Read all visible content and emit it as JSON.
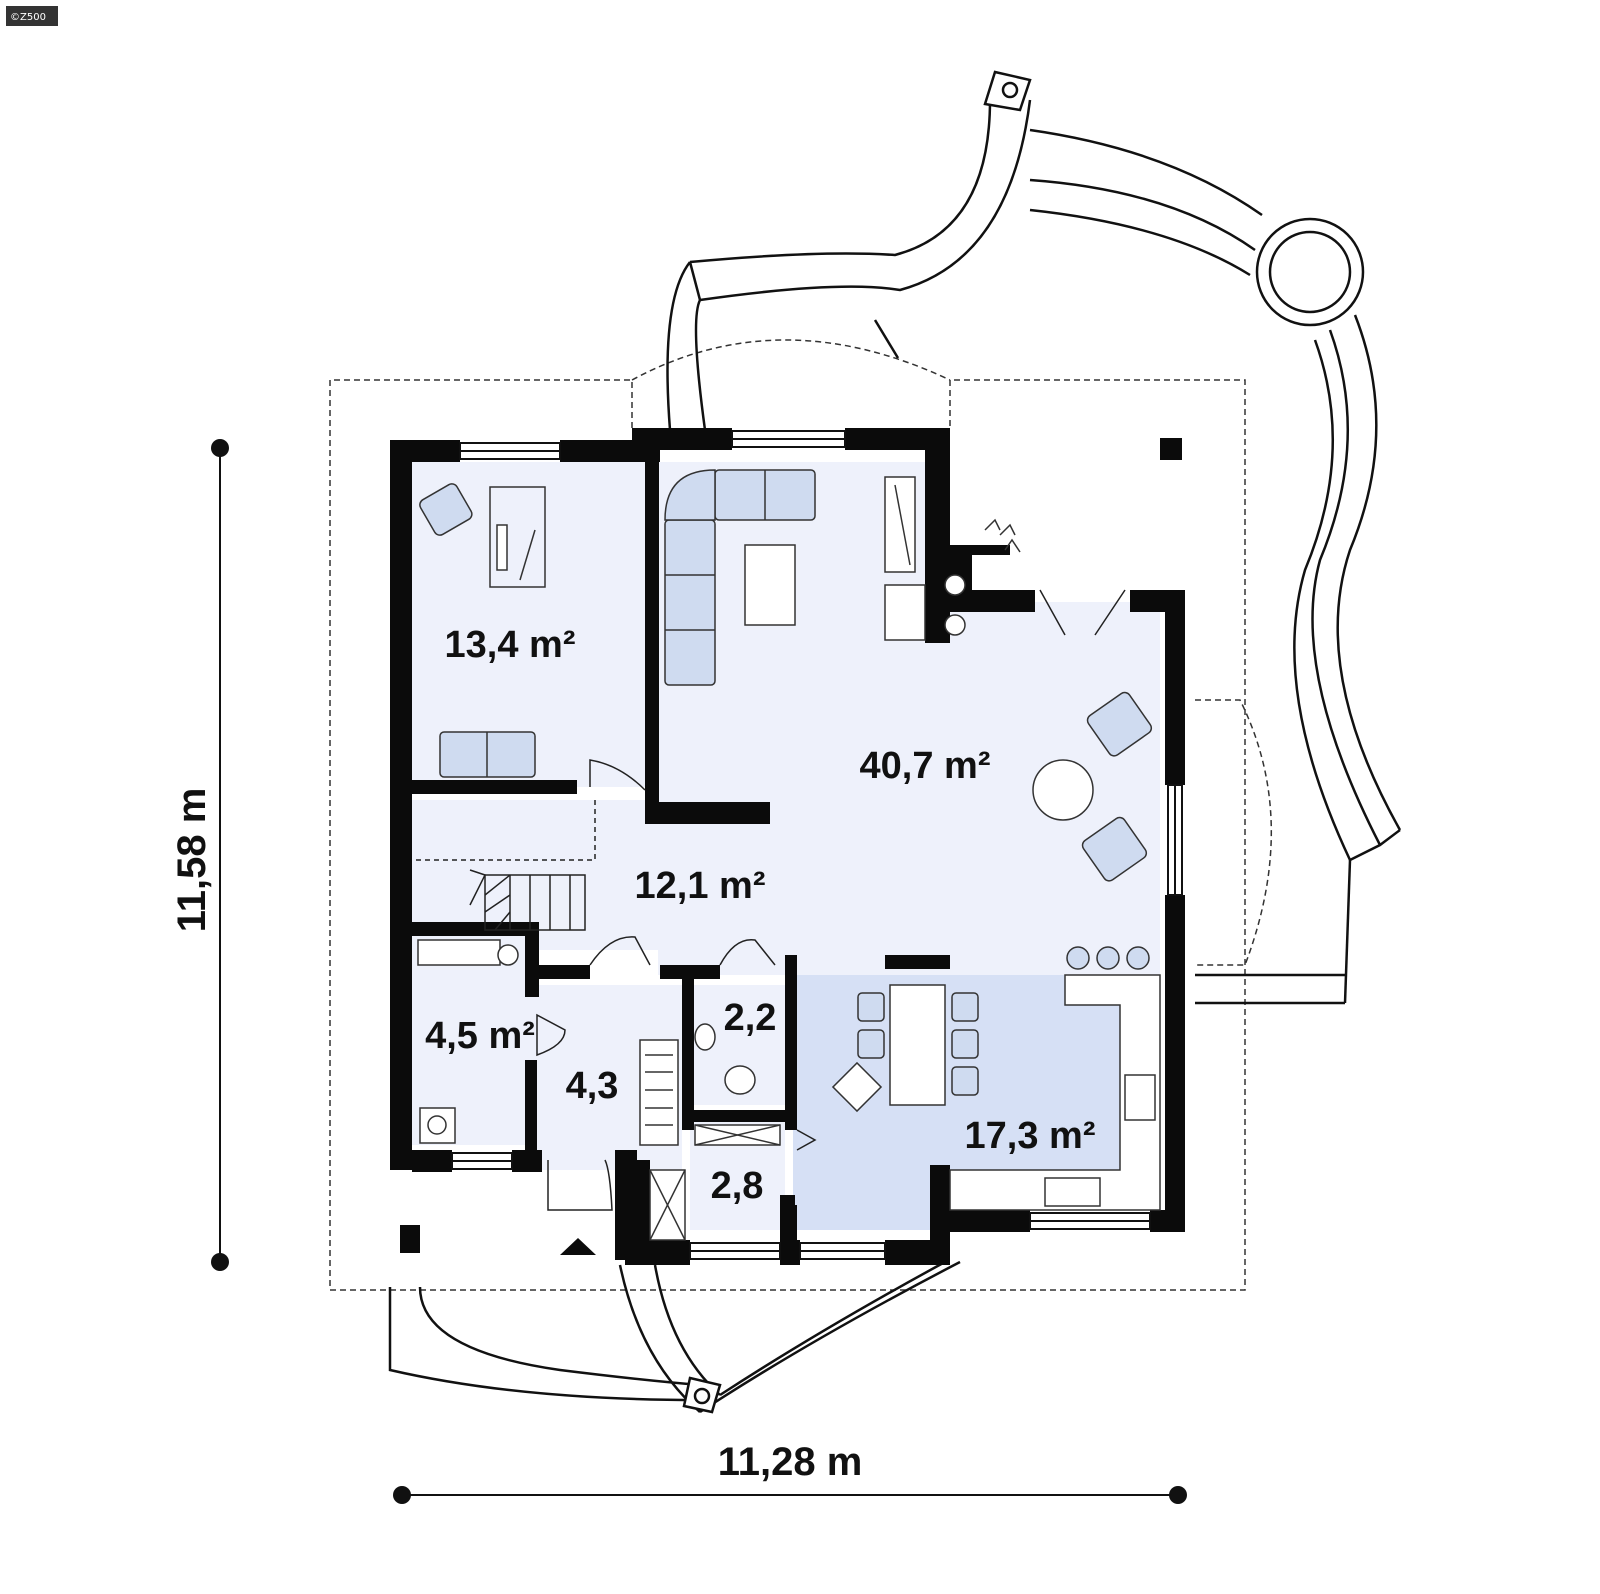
{
  "watermark": "©Z500",
  "colors": {
    "wall": "#0b0b0b",
    "room_fill": "#eef1fb",
    "kitchen_fill": "#d6e0f5",
    "furniture": "#cfdbf0",
    "line": "#222222"
  },
  "dimensions": {
    "width": "11,28 m",
    "height": "11,58 m"
  },
  "rooms": {
    "office": "13,4 m²",
    "living": "40,7 m²",
    "hall": "12,1 m²",
    "bathroom": "4,5 m²",
    "vestibule": "4,3",
    "wc": "2,2",
    "pantry": "2,8",
    "kitchen": "17,3 m²"
  }
}
